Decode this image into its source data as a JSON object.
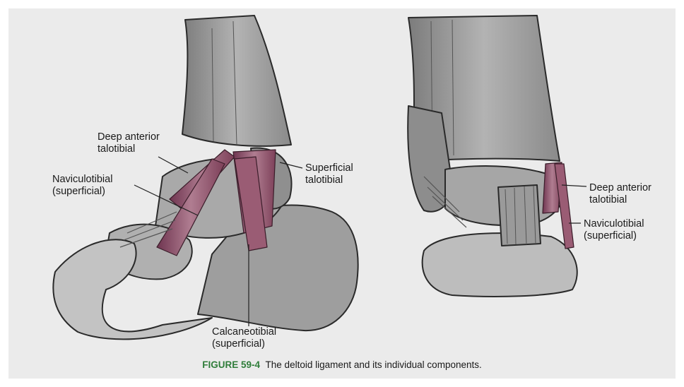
{
  "labels": {
    "left": {
      "deep_anterior": [
        "Deep anterior",
        "talotibial"
      ],
      "naviculotibial": [
        "Naviculotibial",
        "(superficial)"
      ],
      "superficial_talotibial": [
        "Superficial",
        "talotibial"
      ],
      "calcaneotibial": [
        "Calcaneotibial",
        "(superficial)"
      ]
    },
    "right": {
      "deep_anterior": [
        "Deep anterior",
        "talotibial"
      ],
      "naviculotibial": [
        "Naviculotibial",
        "(superficial)"
      ]
    }
  },
  "caption": {
    "figure_number": "FIGURE 59-4",
    "text": "The deltoid ligament and its individual components."
  },
  "colors": {
    "bone": "#a3a3a3",
    "bone_dark": "#6e6e6e",
    "ligament": "#8a4a63",
    "ligament_light": "#b98b9c",
    "figure_number": "#2f7d3a"
  }
}
